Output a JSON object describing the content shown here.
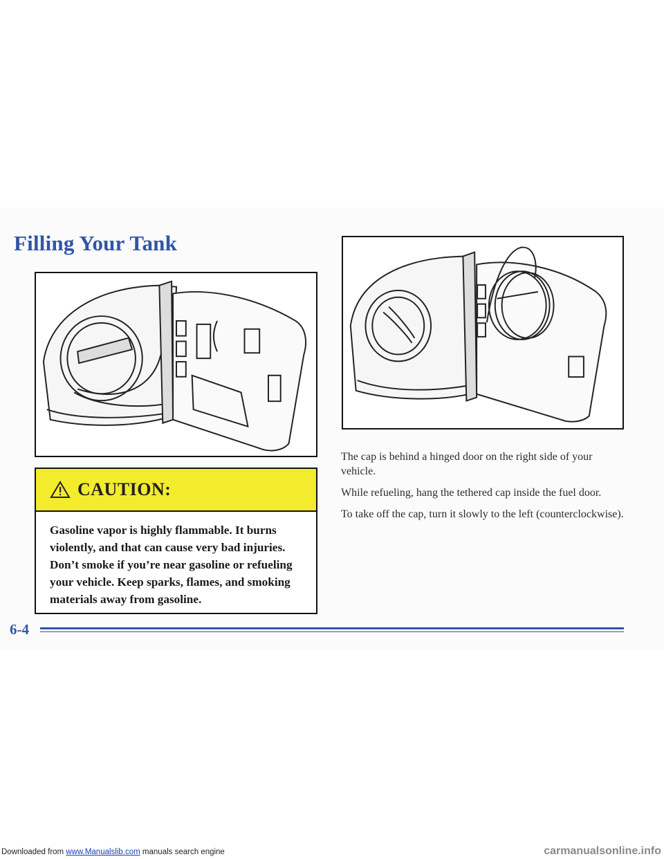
{
  "header": {
    "title": "Filling Your Tank"
  },
  "illustrations": {
    "left": {
      "icon": "fuel-door-open-icon"
    },
    "right": {
      "icon": "fuel-cap-tethered-icon"
    }
  },
  "caution": {
    "title": "CAUTION:",
    "icon": "warning-triangle-icon",
    "color": "#f3ec2c",
    "lines": [
      "Gasoline vapor is highly flammable. It burns",
      "violently, and that can cause very bad injuries.",
      "Don’t smoke if you’re near gasoline or refueling",
      "your vehicle. Keep sparks, flames, and smoking",
      "materials away from gasoline."
    ]
  },
  "body": {
    "paragraphs": [
      "The cap is behind a hinged door on the right side of your vehicle.",
      "While refueling, hang the tethered cap inside the fuel door.",
      "To take off the cap, turn it slowly to the left (counterclockwise)."
    ]
  },
  "footer": {
    "page_number": "6-4",
    "accent": "#3155a8"
  },
  "download_bar": {
    "prefix": "Downloaded from",
    "link": "www.Manualslib.com",
    "suffix": "manuals search engine",
    "watermark": "carmanualsonline.info"
  }
}
